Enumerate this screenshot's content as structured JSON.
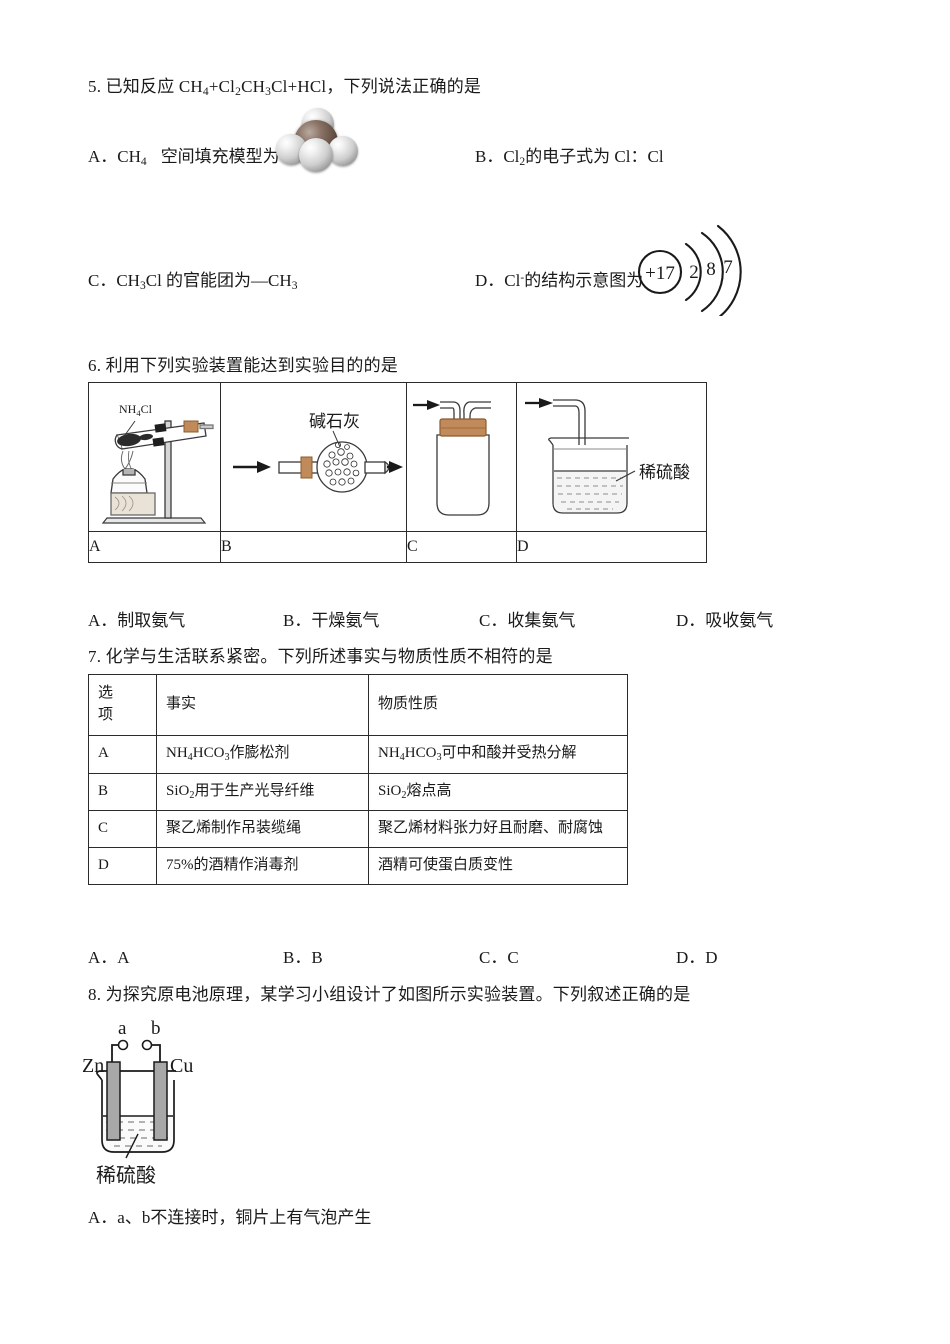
{
  "document": {
    "type": "chemistry-exam-page",
    "language": "zh-CN"
  },
  "q5": {
    "stem": "5. 已知反应 CH4+Cl2CH3Cl+HCl，下列说法正确的是",
    "stem_number": "5.",
    "stem_text_a": "已知反应 CH",
    "stem_sub1": "4",
    "stem_text_b": "+Cl",
    "stem_sub2": "2",
    "stem_text_c": "CH",
    "stem_sub3": "3",
    "stem_text_d": "Cl+HCl，下列说法正确的是",
    "option_a_prefix": "A．CH",
    "option_a_sub": "4",
    "option_a_text": "空间填充模型为",
    "option_b_prefix": "B．Cl",
    "option_b_sub": "2",
    "option_b_text": "的电子式为 Cl：Cl",
    "option_c_prefix": "C．CH",
    "option_c_sub1": "3",
    "option_c_mid": "Cl 的官能团为—CH",
    "option_c_sub2": "3",
    "option_d_prefix": "D．Cl",
    "option_d_sup": "-",
    "option_d_text": "的结构示意图为",
    "model_name": "CH4 空间填充模型",
    "shell": {
      "nucleus": "+17",
      "shell_counts": [
        "2",
        "8",
        "7"
      ]
    }
  },
  "q6": {
    "stem": "6. 利用下列实验装置能达到实验目的的是",
    "apparatus": [
      {
        "label": "A",
        "caption": "NH4Cl",
        "caption_main": "NH",
        "caption_sub": "4",
        "caption_tail": "Cl",
        "name": "heating-test-tube-apparatus"
      },
      {
        "label": "B",
        "caption": "碱石灰",
        "name": "drying-tube-apparatus"
      },
      {
        "label": "C",
        "caption": "",
        "name": "gas-washing-bottle-apparatus"
      },
      {
        "label": "D",
        "caption": "稀硫酸",
        "name": "beaker-absorption-apparatus"
      }
    ],
    "options": [
      {
        "key": "A．",
        "text": "制取氨气"
      },
      {
        "key": "B．",
        "text": "干燥氨气"
      },
      {
        "key": "C．",
        "text": "收集氨气"
      },
      {
        "key": "D．",
        "text": "吸收氨气"
      }
    ]
  },
  "q7": {
    "stem": "7. 化学与生活联系紧密。下列所述事实与物质性质不相符的是",
    "headers": [
      "选项",
      "事实",
      "物质性质"
    ],
    "header_opt_line1": "选",
    "header_opt_line2": "项",
    "rows": [
      {
        "option": "A",
        "fact_parts": [
          {
            "t": "NH"
          },
          {
            "sub": "4"
          },
          {
            "t": "HCO"
          },
          {
            "sub": "3"
          },
          {
            "t": "作膨松剂"
          }
        ],
        "fact_plain": "NH4HCO3作膨松剂",
        "property_parts": [
          {
            "t": "NH"
          },
          {
            "sub": "4"
          },
          {
            "t": "HCO"
          },
          {
            "sub": "3"
          },
          {
            "t": "可中和酸并受热分解"
          }
        ],
        "property_plain": "NH4HCO3可中和酸并受热分解"
      },
      {
        "option": "B",
        "fact_parts": [
          {
            "t": "SiO"
          },
          {
            "sub": "2"
          },
          {
            "t": "用于生产光导纤维"
          }
        ],
        "fact_plain": "SiO2用于生产光导纤维",
        "property_parts": [
          {
            "t": "SiO"
          },
          {
            "sub": "2"
          },
          {
            "t": "熔点高"
          }
        ],
        "property_plain": "SiO2熔点高"
      },
      {
        "option": "C",
        "fact_parts": [
          {
            "t": "聚乙烯制作吊装缆绳"
          }
        ],
        "fact_plain": "聚乙烯制作吊装缆绳",
        "property_parts": [
          {
            "t": "聚乙烯材料张力好且耐磨、耐腐蚀"
          }
        ],
        "property_plain": "聚乙烯材料张力好且耐磨、耐腐蚀"
      },
      {
        "option": "D",
        "fact_parts": [
          {
            "t": "75%的酒精作消毒剂"
          }
        ],
        "fact_plain": "75%的酒精作消毒剂",
        "property_parts": [
          {
            "t": "酒精可使蛋白质变性"
          }
        ],
        "property_plain": "酒精可使蛋白质变性"
      }
    ],
    "options": [
      {
        "key": "A．",
        "text": "A"
      },
      {
        "key": "B．",
        "text": "B"
      },
      {
        "key": "C．",
        "text": "C"
      },
      {
        "key": "D．",
        "text": "D"
      }
    ]
  },
  "q8": {
    "stem": "8. 为探究原电池原理，某学习小组设计了如图所示实验装置。下列叙述正确的是",
    "diagram": {
      "terminal_a": "a",
      "terminal_b": "b",
      "electrode_left": "Zn",
      "electrode_right": "Cu",
      "solution_label": "稀硫酸"
    },
    "options": [
      {
        "key": "A．",
        "text": "a、b不连接时，铜片上有气泡产生"
      }
    ]
  },
  "colors": {
    "text": "#1a1a1a",
    "rule": "#2b2b2b",
    "stopper": "#c08a5a",
    "stopper_dark": "#a06a3c",
    "electrode": "#a8a8a8",
    "glass": "#555555"
  }
}
